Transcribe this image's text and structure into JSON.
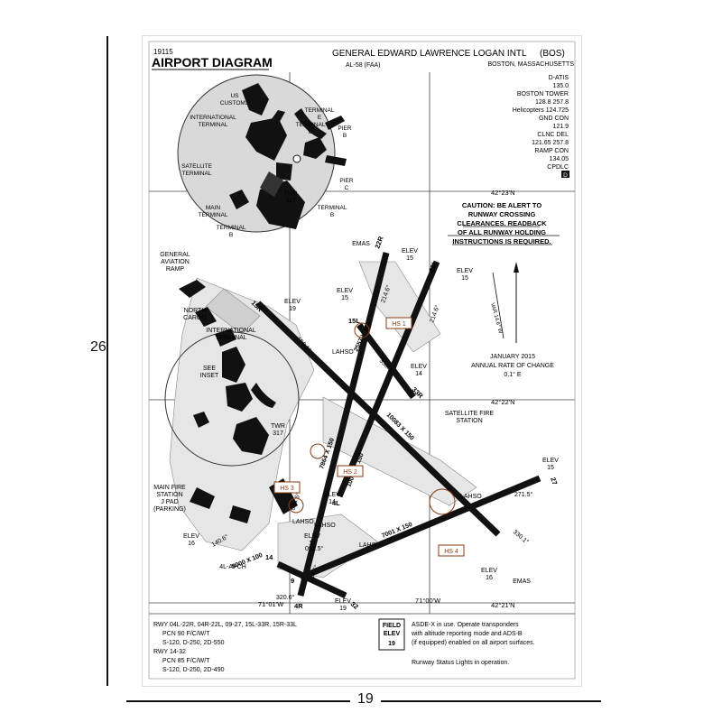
{
  "frame": {
    "height_label": "26",
    "width_label": "19"
  },
  "header": {
    "number": "19115",
    "title": "AIRPORT DIAGRAM",
    "airport": "GENERAL EDWARD LAWRENCE LOGAN INTL",
    "code": "(BOS)",
    "al": "AL-58 (FAA)",
    "city": "BOSTON, MASSACHUSETTS"
  },
  "freq": [
    "D-ATIS",
    "135.0",
    "BOSTON TOWER",
    "128.8  257.8",
    "Helicopters 124.725",
    "GND CON",
    "121.9",
    "CLNC DEL",
    "121.65  257.8",
    "RAMP CON",
    "134.05",
    "CPDLC"
  ],
  "freq_badge": "D",
  "lat_top": "42°23'N",
  "lat_mid": "42°22'N",
  "lat_bot": "42°21'N",
  "lon_left": "71°01'W",
  "lon_right": "71°00'W",
  "caution": [
    "CAUTION:  BE ALERT TO",
    "RUNWAY CROSSING",
    "CLEARANCES.  READBACK",
    "OF ALL RUNWAY HOLDING",
    "INSTRUCTIONS IS REQUIRED."
  ],
  "magvar": {
    "label": "VAR 14.6° W",
    "date": "JANUARY 2015",
    "rate_label": "ANNUAL RATE OF CHANGE",
    "rate": "0.1° E"
  },
  "inset": {
    "us_customs": [
      "US",
      "CUSTOMS"
    ],
    "intl_terminal": [
      "INTERNATIONAL",
      "TERMINAL"
    ],
    "terminal_e": [
      "TERMINAL",
      "E"
    ],
    "terminal_c": [
      "TERMINAL",
      "C"
    ],
    "pier_b": [
      "PIER",
      "B"
    ],
    "satellite": [
      "SATELLITE",
      "TERMINAL"
    ],
    "pier_c": [
      "PIER",
      "C"
    ],
    "main_terminal": [
      "MAIN",
      "TERMINAL"
    ],
    "twr": [
      "TWR",
      "317"
    ],
    "terminal_b": [
      "TERMINAL",
      "B"
    ],
    "terminal_b2": [
      "TERMINAL",
      "B"
    ]
  },
  "labels": {
    "general_aviation": [
      "GENERAL",
      "AVIATION",
      "RAMP"
    ],
    "north_cargo": [
      "NORTH",
      "CARGO"
    ],
    "international_terminal": [
      "INTERNATIONAL",
      "TERMINAL"
    ],
    "see_inset": [
      "SEE",
      "INSET"
    ],
    "twr": [
      "TWR",
      "317"
    ],
    "main_fire": [
      "MAIN FIRE",
      "STATION",
      "J PAD",
      "(PARKING)"
    ],
    "sat_fire": [
      "SATELLITE FIRE",
      "STATION"
    ],
    "emas_top": "EMAS",
    "emas_bot": "EMAS",
    "approach": "4L-APCH"
  },
  "elevs": [
    [
      "ELEV",
      "15"
    ],
    [
      "ELEV",
      "15"
    ],
    [
      "ELEV",
      "19"
    ],
    [
      "ELEV",
      "15"
    ],
    [
      "ELEV",
      "14"
    ],
    [
      "ELEV",
      "15"
    ],
    [
      "ELEV",
      "14"
    ],
    [
      "ELEV",
      "17"
    ],
    [
      "ELEV",
      "16"
    ],
    [
      "ELEV",
      "16"
    ],
    [
      "ELEV",
      "19"
    ]
  ],
  "runways": {
    "r22r": "22R",
    "r22l": "22L",
    "r15r": "15R",
    "r15l": "15L",
    "r33r": "33R",
    "r27": "27",
    "r9": "9",
    "r4r": "4R",
    "r4l": "4L",
    "r14": "14",
    "r32": "32"
  },
  "dims": {
    "d1": "2557 X 100",
    "d2": "7864 X 150",
    "d3": "10083 X 150",
    "d4": "10006 X 150",
    "d5": "7001 X 150",
    "d6": "5000 X 100"
  },
  "bearings": {
    "b1": "214.6°",
    "b2": "214.6°",
    "b3": "150.1°",
    "b4": "330.1°",
    "b5": "034.6°",
    "b6": "271.5°",
    "b7": "330.1°",
    "b8": "091.5°",
    "b9": "140.6°",
    "b10": "320.6°",
    "b11": "034.6°"
  },
  "hotspots": [
    "HS 1",
    "HS 2",
    "HS 3",
    "HS 4"
  ],
  "lahso": [
    "LAHSO",
    "LAHSO",
    "LAHSO",
    "LAHSO",
    "LAHSO"
  ],
  "footer": {
    "rwy1": "RWY 04L-22R, 04R-22L, 09-27, 15L-33R, 15R-33L",
    "rwy1_pcn": "PCN 90 F/C/W/T",
    "rwy1_s": "S-120, D-250, 2D-550",
    "rwy2": "RWY 14-32",
    "rwy2_pcn": "PCN 85 F/C/W/T",
    "rwy2_s": "S-120, D-250, 2D-490",
    "field_elev": [
      "FIELD",
      "ELEV",
      "19"
    ],
    "asde": [
      "ASDE-X in use.  Operate transponders",
      "with altitude reporting mode and ADS-B",
      "(if equipped) enabled on all airport surfaces."
    ],
    "rwsl": "Runway Status Lights in operation."
  }
}
